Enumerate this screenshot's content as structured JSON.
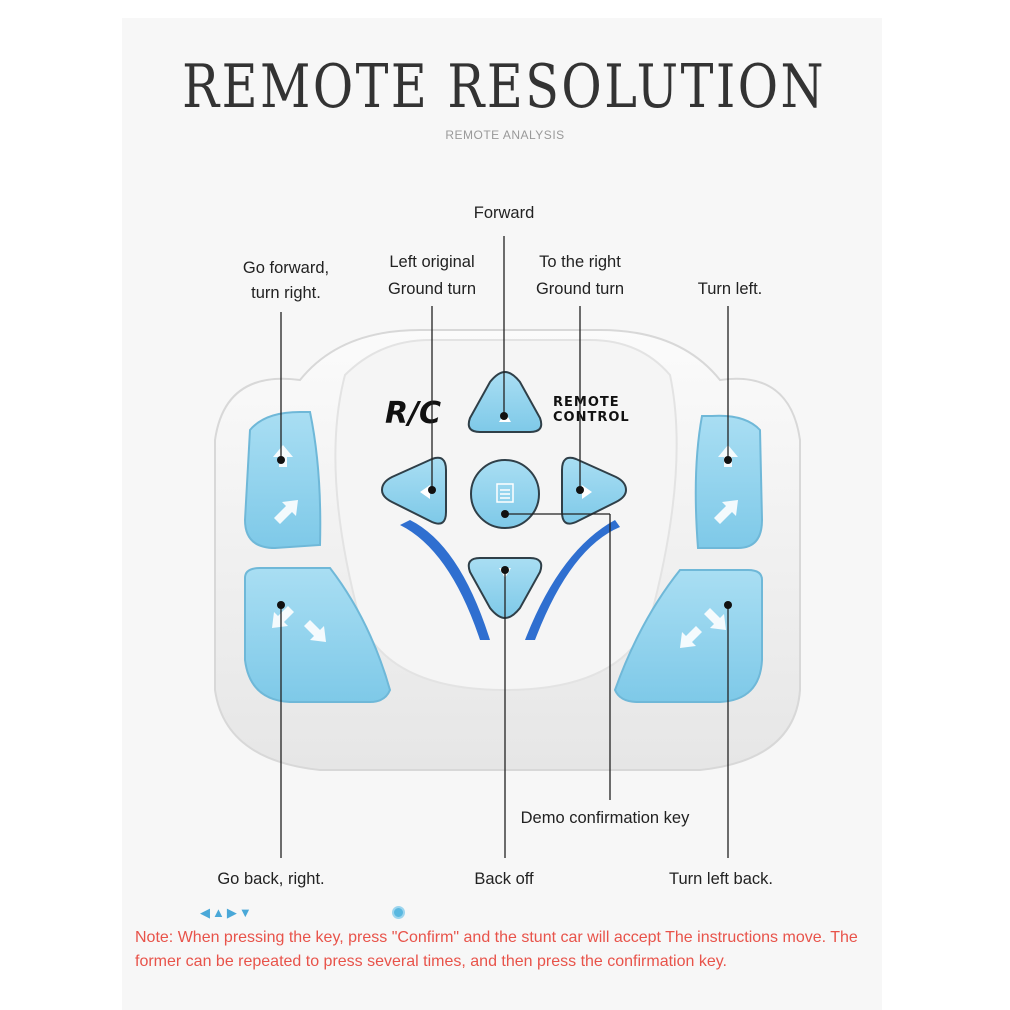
{
  "title": "REMOTE RESOLUTION",
  "subtitle": "REMOTE ANALYSIS",
  "remote": {
    "logo": "R/C",
    "brand_line1": "REMOTE",
    "brand_line2": "CONTROL",
    "body_color": "#f1f1f1",
    "button_color": "#8fd3ee",
    "accent_stripe_color": "#2f6fd0"
  },
  "labels": {
    "forward": "Forward",
    "left_original_1": "Left original",
    "left_original_2": "Ground turn",
    "right_ground_1": "To the right",
    "right_ground_2": "Ground turn",
    "go_forward_right_1": "Go forward,",
    "go_forward_right_2": "turn right.",
    "turn_left": "Turn left.",
    "demo_confirm": "Demo confirmation key",
    "go_back_right": "Go back, right.",
    "back_off": "Back off",
    "turn_left_back": "Turn left back."
  },
  "legend": {
    "direction_icons": [
      "triangle-left-icon",
      "triangle-up-icon",
      "triangle-right-icon",
      "triangle-down-icon"
    ],
    "confirm_icon": "confirm-dot-icon"
  },
  "note": "Note: When pressing the key, press \"Confirm\" and the stunt car will accept The instructions move. The former can be repeated to press several times, and then press the confirmation key."
}
